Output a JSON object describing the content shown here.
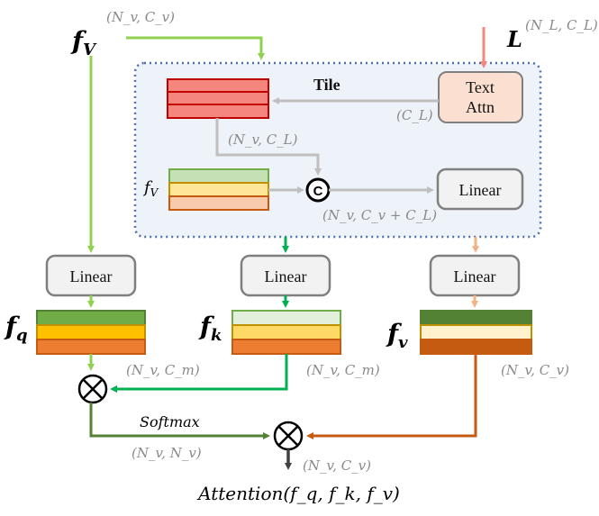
{
  "inputs": {
    "visual_feature": "f",
    "visual_feature_sub": "V",
    "visual_dims": "(N_v, C_v)",
    "language_feature": "L",
    "language_dims": "(N_L, C_L)"
  },
  "fusion_box": {
    "tile_label": "Tile",
    "text_attn_label_line1": "Text",
    "text_attn_label_line2": "Attn",
    "text_attn_out_dims": "(C_L)",
    "tiled_dims": "(N_v, C_L)",
    "inner_fv": "f",
    "inner_fv_sub": "V",
    "concat_symbol": "C",
    "concat_dims": "(N_v, C_v + C_L)",
    "inner_linear_label": "Linear"
  },
  "linears": {
    "q_label": "Linear",
    "k_label": "Linear",
    "v_label": "Linear"
  },
  "features": {
    "fq": "f",
    "fq_sub": "q",
    "fk": "f",
    "fk_sub": "k",
    "fv": "f",
    "fv_sub": "v",
    "q_dims": "(N_v, C_m)",
    "k_dims": "(N_v, C_m)",
    "v_dims": "(N_v, C_v)"
  },
  "ops": {
    "softmax_label": "Softmax",
    "attn_map_dims": "(N_v, N_v)",
    "output_dims": "(N_v, C_v)",
    "output_label": "Attention(f_q, f_k, f_v)"
  },
  "colors": {
    "light_green": "#92d050",
    "mid_green": "#00b050",
    "dark_green": "#538135",
    "orange_dark": "#c55a11",
    "peach": "#f4b183",
    "salmon": "#f4867e",
    "gray_arrow": "#bfbfbf",
    "dotted_border": "#4f6fa8"
  }
}
